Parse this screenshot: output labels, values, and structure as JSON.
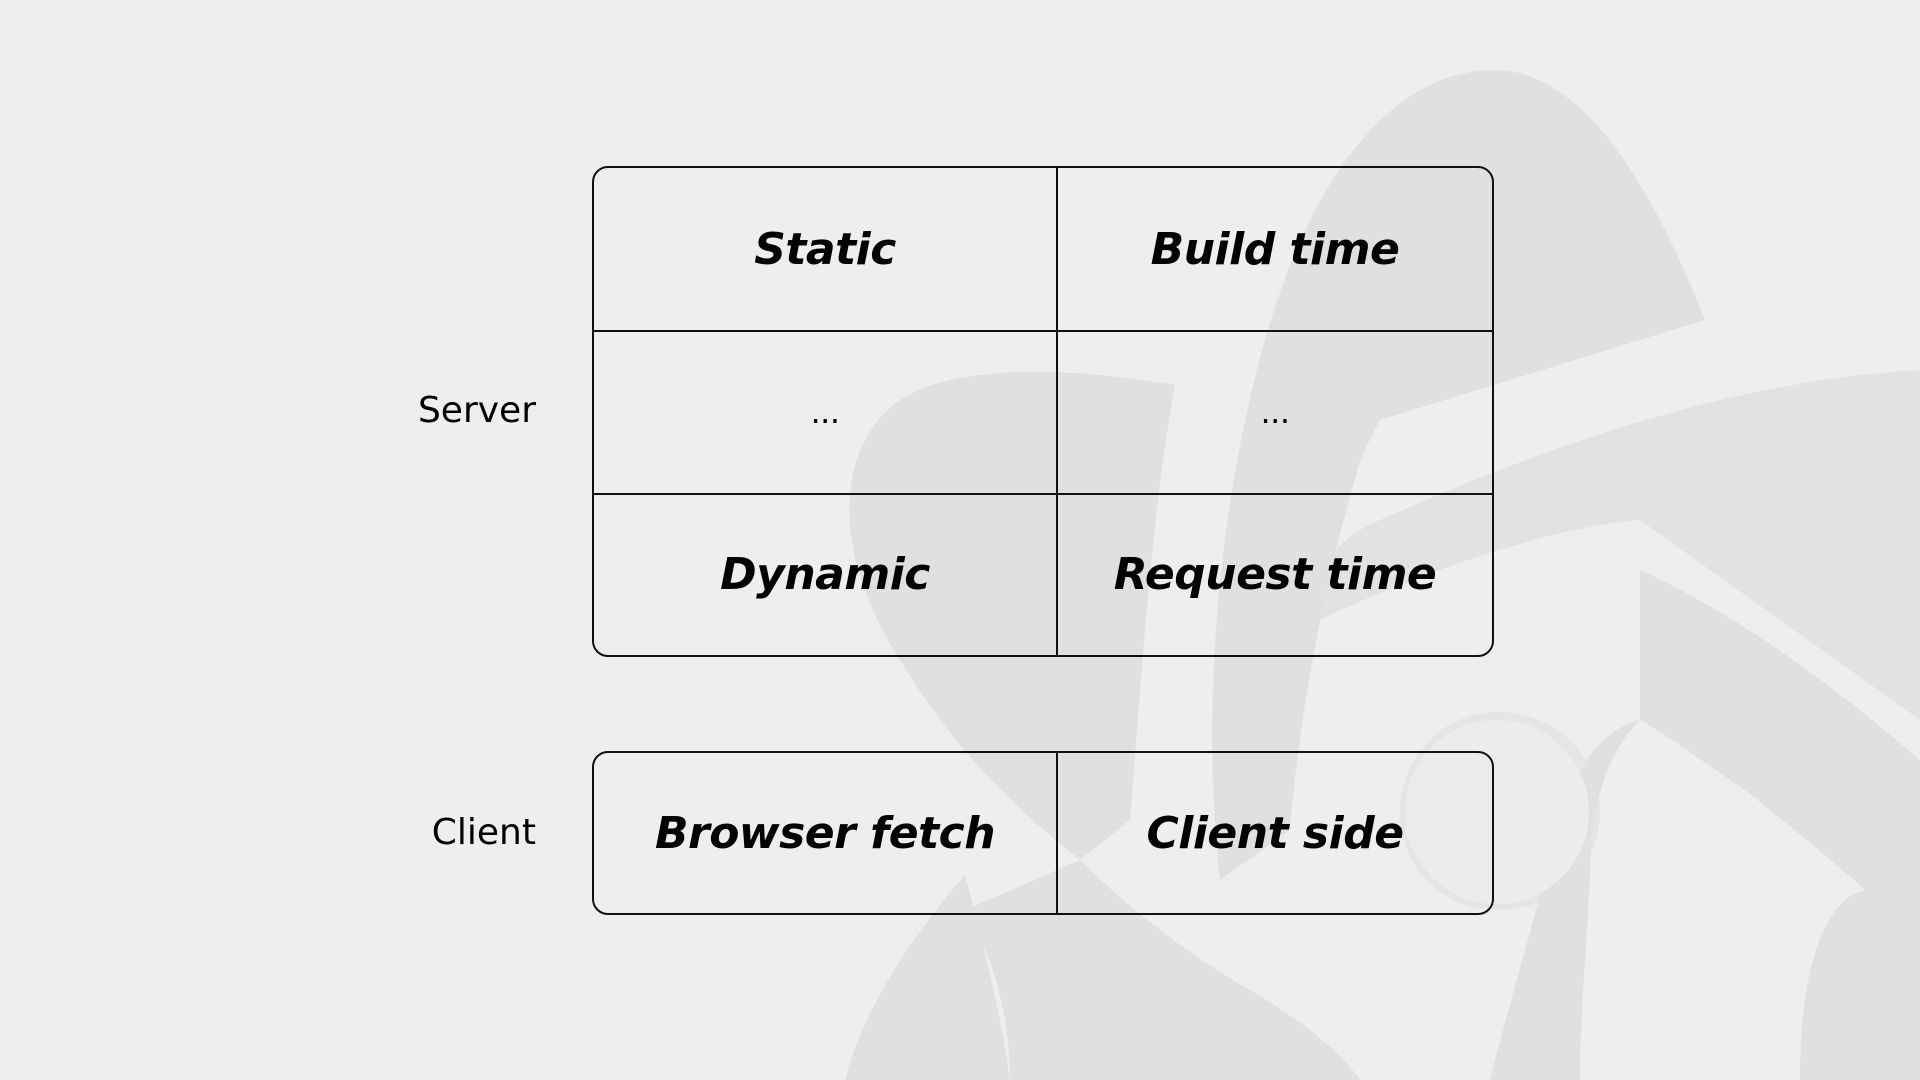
{
  "colors": {
    "background": "#eeeeee",
    "logo": "#e0e0e0",
    "line": "#111111",
    "text": "#000000"
  },
  "background_icon": "watermark-logo-icon",
  "rows": {
    "server_label": "Server",
    "client_label": "Client"
  },
  "server_table": {
    "r1c1": "Static",
    "r1c2": "Build time",
    "r2c1": "...",
    "r2c2": "...",
    "r3c1": "Dynamic",
    "r3c2": "Request time"
  },
  "client_table": {
    "c1": "Browser fetch",
    "c2": "Client side"
  }
}
